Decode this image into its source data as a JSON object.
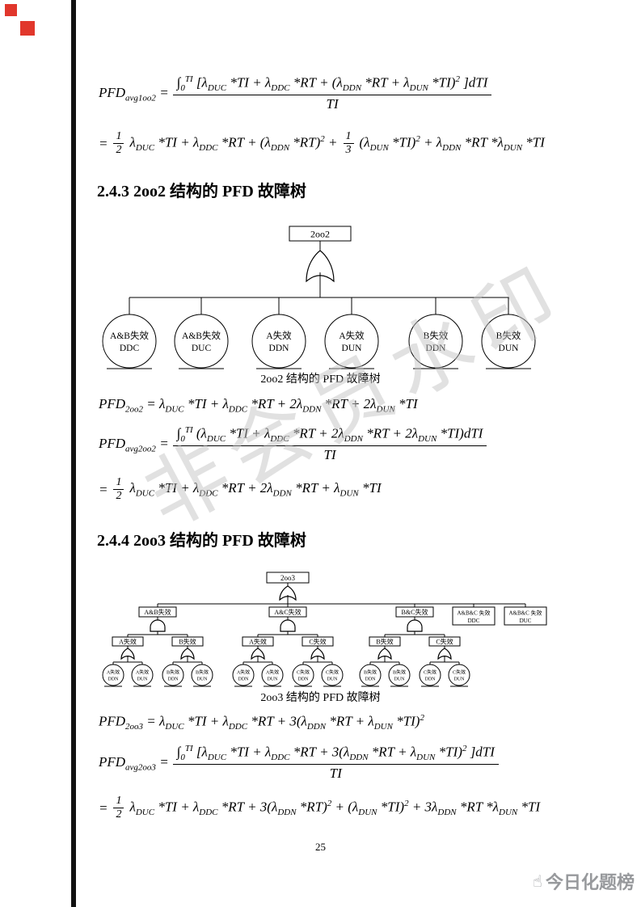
{
  "page": {
    "number": "25",
    "watermark": "非会员水印",
    "logo_text": "今日化题榜",
    "logo_icon": "pointing-hand"
  },
  "colors": {
    "marker_red": "#e1372c",
    "edge_bar_black": "#111111",
    "logo_gray": "#97999c",
    "watermark_gray": "#c4c4c4"
  },
  "headings": {
    "s243": "2.4.3 2oo2 结构的 PFD 故障树",
    "s244": "2.4.4 2oo3 结构的 PFD 故障树"
  },
  "formulas": {
    "avg1oo2": {
      "lhs": "PFD_{avg1oo2} =",
      "num": "∫_{0}^{TI} [λ_{DUC} *TI + λ_{DDC} *RT + (λ_{DDN} *RT + λ_{DUN} *TI)^{2} ]dTI",
      "den": "TI",
      "eq2": "=",
      "frac1_num": "1",
      "frac1_den": "2",
      "seg1": "λ_{DUC} *TI + λ_{DDC} *RT + (λ_{DDN} *RT)^{2} +",
      "frac2_num": "1",
      "frac2_den": "3",
      "seg2": "(λ_{DUN} *TI)^{2} + λ_{DDN} *RT *λ_{DUN} *TI"
    },
    "pfd2oo2": "PFD_{2oo2} = λ_{DUC} *TI + λ_{DDC} *RT + 2λ_{DDN} *RT + 2λ_{DUN} *TI",
    "avg2oo2": {
      "lhs": "PFD_{avg2oo2} =",
      "num": "∫_{0}^{TI} (λ_{DUC} *TI + λ_{DDC} *RT + 2λ_{DDN} *RT + 2λ_{DUN} *TI)dTI",
      "den": "TI",
      "eq2": "=",
      "frac1_num": "1",
      "frac1_den": "2",
      "seg1": "λ_{DUC} *TI + λ_{DDC} *RT + 2λ_{DDN} *RT + λ_{DUN} *TI"
    },
    "pfd2oo3": "PFD_{2oo3} = λ_{DUC} *TI + λ_{DDC} *RT + 3(λ_{DDN} *RT + λ_{DUN} *TI)^{2}",
    "avg2oo3": {
      "lhs": "PFD_{avg2oo3} =",
      "num": "∫_{0}^{TI} [λ_{DUC} *TI + λ_{DDC} *RT + 3(λ_{DDN} *RT + λ_{DUN} *TI)^{2} ]dTI",
      "den": "TI",
      "eq2": "=",
      "frac1_num": "1",
      "frac1_den": "2",
      "seg1": "λ_{DUC} *TI + λ_{DDC} *RT + 3(λ_{DDN} *RT)^{2} + (λ_{DUN} *TI)^{2} + 3λ_{DDN} *RT *λ_{DUN} *TI"
    }
  },
  "tree2oo2": {
    "root": "2oo2",
    "caption": "2oo2 结构的 PFD 故障树",
    "leaves": [
      {
        "l1": "A&B失效",
        "l2": "DDC"
      },
      {
        "l1": "A&B失效",
        "l2": "DUC"
      },
      {
        "l1": "A失效",
        "l2": "DDN"
      },
      {
        "l1": "A失效",
        "l2": "DUN"
      },
      {
        "l1": "B失效",
        "l2": "DDN"
      },
      {
        "l1": "B失效",
        "l2": "DUN"
      }
    ]
  },
  "tree2oo3": {
    "root": "2oo3",
    "caption": "2oo3 结构的 PFD 故障树",
    "branches": [
      {
        "label": "A&B失效",
        "children": [
          {
            "label": "A失效",
            "leaves": [
              {
                "l1": "A失效",
                "l2": "DDN"
              },
              {
                "l1": "A失效",
                "l2": "DUN"
              }
            ]
          },
          {
            "label": "B失效",
            "leaves": [
              {
                "l1": "B失效",
                "l2": "DDN"
              },
              {
                "l1": "B失效",
                "l2": "DUN"
              }
            ]
          }
        ]
      },
      {
        "label": "A&C失效",
        "children": [
          {
            "label": "A失效",
            "leaves": [
              {
                "l1": "A失效",
                "l2": "DDN"
              },
              {
                "l1": "A失效",
                "l2": "DUN"
              }
            ]
          },
          {
            "label": "C失效",
            "leaves": [
              {
                "l1": "C失效",
                "l2": "DDN"
              },
              {
                "l1": "C失效",
                "l2": "DUN"
              }
            ]
          }
        ]
      },
      {
        "label": "B&C失效",
        "children": [
          {
            "label": "B失效",
            "leaves": [
              {
                "l1": "B失效",
                "l2": "DDN"
              },
              {
                "l1": "B失效",
                "l2": "DUN"
              }
            ]
          },
          {
            "label": "C失效",
            "leaves": [
              {
                "l1": "C失效",
                "l2": "DDN"
              },
              {
                "l1": "C失效",
                "l2": "DUN"
              }
            ]
          }
        ]
      }
    ],
    "extra": [
      {
        "l1": "A&B&C 失效",
        "l2": "DDC"
      },
      {
        "l1": "A&B&C 失效",
        "l2": "DUC"
      }
    ]
  }
}
